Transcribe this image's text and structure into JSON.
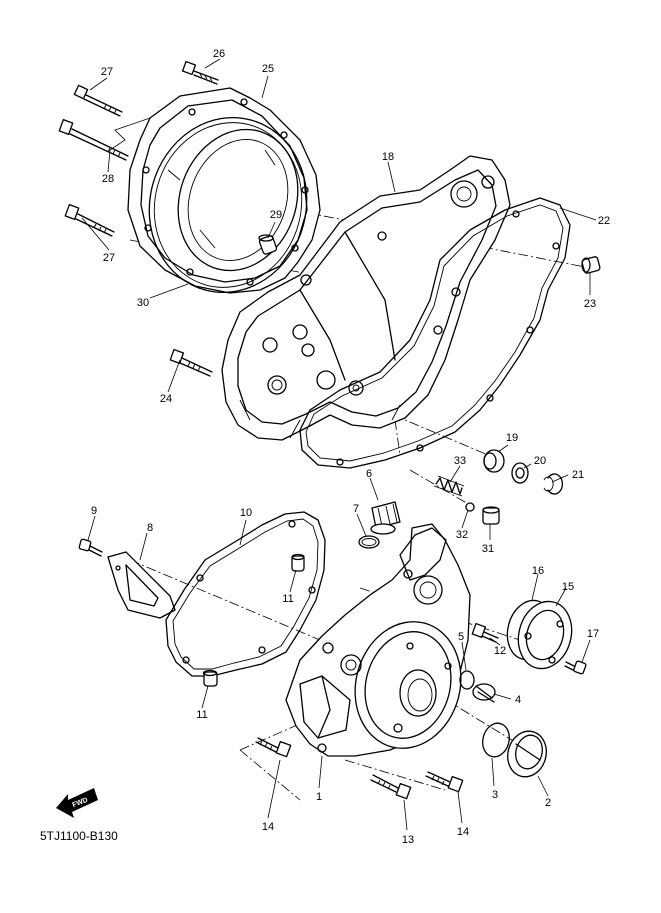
{
  "diagram_code": "5TJ1100-B130",
  "fwd_label": "FWD",
  "callouts": {
    "c1": "1",
    "c2": "2",
    "c3": "3",
    "c4": "4",
    "c5": "5",
    "c6": "6",
    "c7": "7",
    "c8": "8",
    "c9": "9",
    "c10": "10",
    "c11a": "11",
    "c11b": "11",
    "c12": "12",
    "c13": "13",
    "c14a": "14",
    "c14b": "14",
    "c15": "15",
    "c16": "16",
    "c17": "17",
    "c18": "18",
    "c19": "19",
    "c20": "20",
    "c21": "21",
    "c22": "22",
    "c23": "23",
    "c24": "24",
    "c25": "25",
    "c26": "26",
    "c27a": "27",
    "c27b": "27",
    "c28": "28",
    "c29": "29",
    "c30": "30",
    "c31": "31",
    "c32": "32",
    "c33": "33"
  }
}
